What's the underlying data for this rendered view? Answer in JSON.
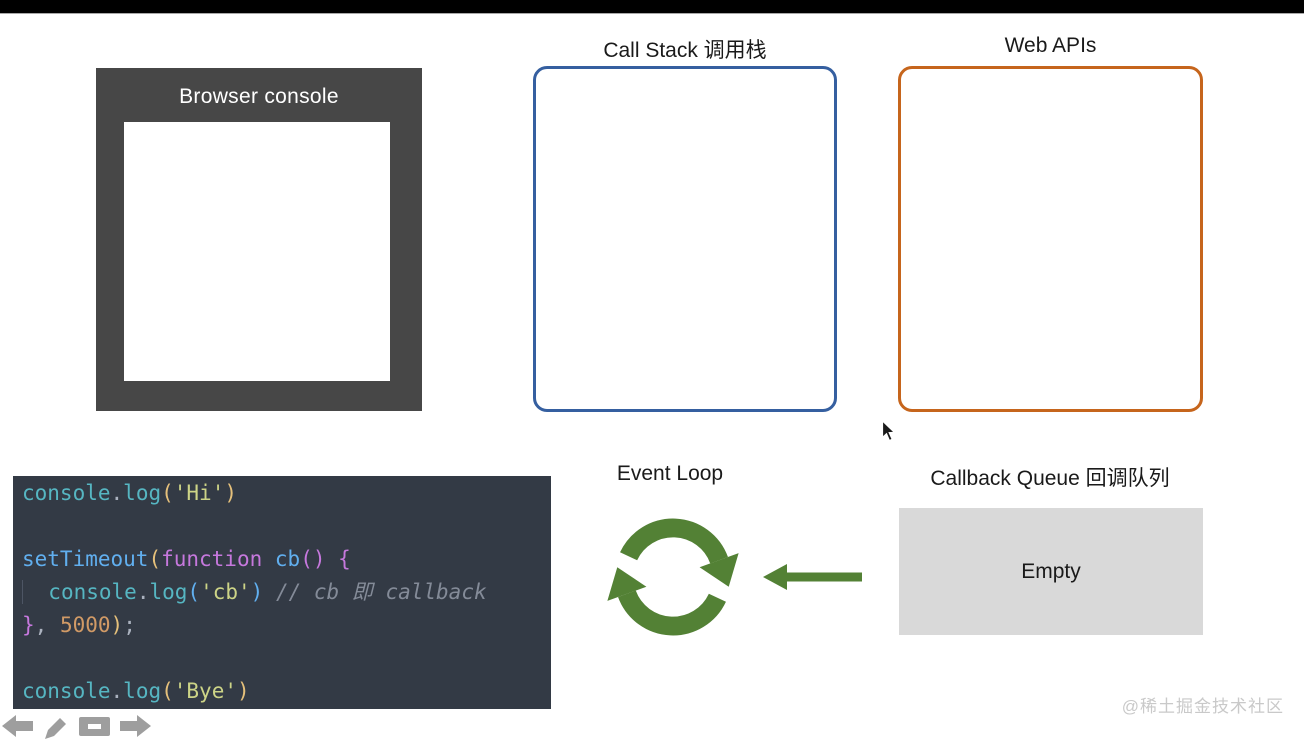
{
  "browser_console": {
    "title": "Browser console"
  },
  "call_stack": {
    "title": "Call Stack 调用栈",
    "border_color": "#355fa0"
  },
  "web_apis": {
    "title": "Web APIs",
    "border_color": "#c6651c"
  },
  "event_loop": {
    "title": "Event Loop",
    "icon": "refresh-cycle-icon",
    "color": "#538135"
  },
  "callback_queue": {
    "title": "Callback Queue 回调队列",
    "status": "Empty",
    "box_color": "#d9d9d9"
  },
  "watermark": {
    "text": "@稀土掘金技术社区"
  },
  "colors": {
    "code_background": "#333a45",
    "console_box": "#474747",
    "green_accent": "#538135",
    "queue_gray": "#d9d9d9",
    "toolbar_gray": "#9e9e9e"
  },
  "toolbar": {
    "icons": [
      "back-arrow",
      "pencil",
      "monitor",
      "forward-arrow"
    ]
  },
  "code_editor": {
    "lines": [
      {
        "tokens": [
          {
            "t": "console",
            "c": "cyan"
          },
          {
            "t": ".",
            "c": "fg"
          },
          {
            "t": "log",
            "c": "cyan"
          },
          {
            "t": "(",
            "c": "gold"
          },
          {
            "t": "'Hi'",
            "c": "str"
          },
          {
            "t": ")",
            "c": "gold"
          }
        ]
      },
      {
        "tokens": []
      },
      {
        "tokens": [
          {
            "t": "setTimeout",
            "c": "blue"
          },
          {
            "t": "(",
            "c": "gold"
          },
          {
            "t": "function",
            "c": "magenta"
          },
          {
            "t": " ",
            "c": "fg"
          },
          {
            "t": "cb",
            "c": "blue"
          },
          {
            "t": "()",
            "c": "magenta"
          },
          {
            "t": " ",
            "c": "fg"
          },
          {
            "t": "{",
            "c": "magenta"
          }
        ]
      },
      {
        "tokens": [
          {
            "t": "",
            "c": "guide"
          },
          {
            "t": "  ",
            "c": "fg"
          },
          {
            "t": "console",
            "c": "cyan"
          },
          {
            "t": ".",
            "c": "fg"
          },
          {
            "t": "log",
            "c": "cyan"
          },
          {
            "t": "(",
            "c": "blue"
          },
          {
            "t": "'cb'",
            "c": "str"
          },
          {
            "t": ")",
            "c": "blue"
          },
          {
            "t": " ",
            "c": "fg"
          },
          {
            "t": "// cb 即 callback",
            "c": "comment"
          }
        ]
      },
      {
        "tokens": [
          {
            "t": "}",
            "c": "magenta"
          },
          {
            "t": ", ",
            "c": "fg"
          },
          {
            "t": "5000",
            "c": "num"
          },
          {
            "t": ")",
            "c": "gold"
          },
          {
            "t": ";",
            "c": "fg"
          }
        ]
      },
      {
        "tokens": []
      },
      {
        "tokens": [
          {
            "t": "console",
            "c": "cyan"
          },
          {
            "t": ".",
            "c": "fg"
          },
          {
            "t": "log",
            "c": "cyan"
          },
          {
            "t": "(",
            "c": "gold"
          },
          {
            "t": "'Bye'",
            "c": "str"
          },
          {
            "t": ")",
            "c": "gold"
          }
        ]
      }
    ]
  }
}
